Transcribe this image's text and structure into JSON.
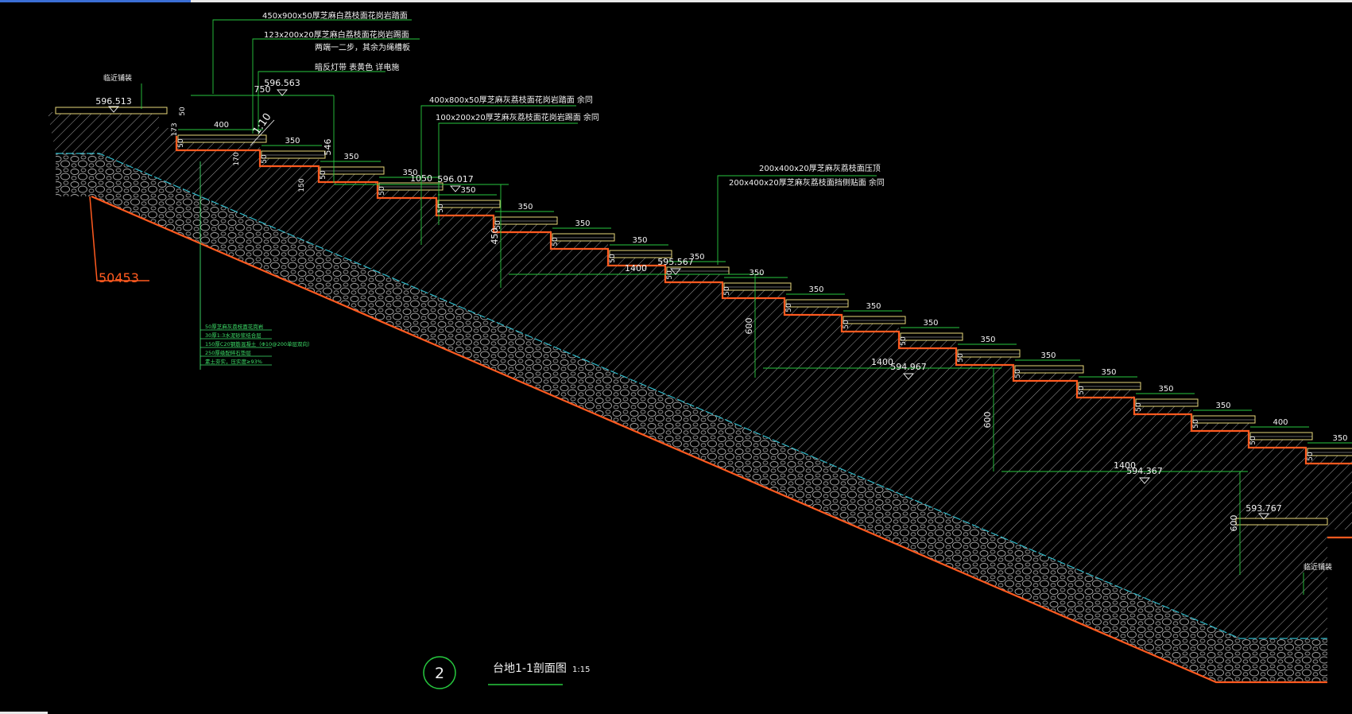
{
  "colors": {
    "background": "#000000",
    "dimension": "#27c93f",
    "text": "#f2f2f2",
    "contour": "#ff5a1f",
    "layer": "#2fb9c9",
    "concrete": "#d2d2d2",
    "paving": "#e8d87a",
    "note": "#3ee06a"
  },
  "drawing": {
    "callout_number": "2",
    "title": "台地1-1剖面图",
    "scale": "1:15",
    "annotations": [
      "450x900x50厚芝麻白荔枝面花岗岩踏面",
      "123x200x20厚芝麻白荔枝面花岗岩踢面",
      "两端一二步，其余为绳槽板",
      "暗反灯带  表黄色  详电施",
      "400x800x50厚芝麻灰荔枝面花岗岩踏面  余同",
      "100x200x20厚芝麻灰荔枝面花岗岩踢面  余同",
      "200x400x20厚芝麻灰荔枝面压顶",
      "200x400x20厚芝麻灰荔枝面挡侧贴面  余同",
      "临近铺装",
      "临近铺装"
    ],
    "elevations": [
      "596.513",
      "596.563",
      "596.017",
      "595.567",
      "594.967",
      "594.367",
      "593.767"
    ],
    "level_dims": [
      "750",
      "1050",
      "1400",
      "1400",
      "1400"
    ],
    "level_rise_dims": [
      "546",
      "450",
      "600",
      "600",
      "600"
    ],
    "tread_dims": [
      "400",
      "350",
      "350",
      "350",
      "350",
      "350",
      "350",
      "350",
      "350",
      "350",
      "350",
      "350",
      "350",
      "350",
      "350",
      "350",
      "350",
      "350"
    ],
    "riser_dims": [
      "50",
      "173",
      "170",
      "150"
    ],
    "slope_label": "1:10",
    "station_label": "50453",
    "right_label": "593.767",
    "layers": [
      "50厚芝麻灰荔枝面花岗岩",
      "30厚1:3水泥砂浆结合层",
      "150厚C20钢筋混凝土（Φ10@200单层双向）",
      "250厚级配碎石垫层",
      "素土夯实，压实度≥93%"
    ]
  }
}
